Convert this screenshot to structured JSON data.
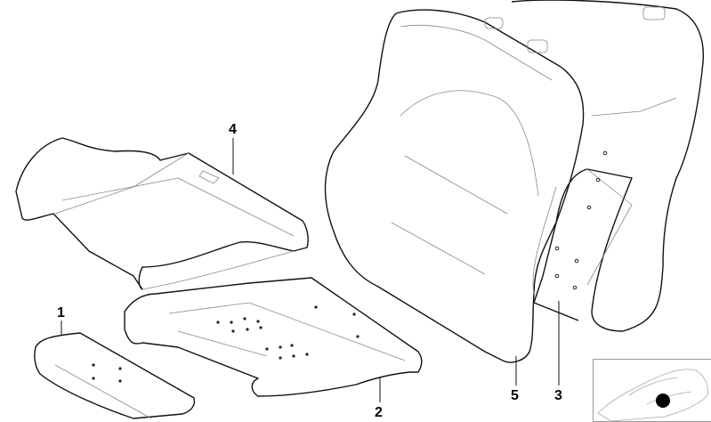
{
  "diagram": {
    "type": "exploded parts diagram",
    "subject": "seat cushion and backrest foam parts",
    "callouts": [
      {
        "id": "1",
        "label": "1",
        "part": "seat cushion front extension"
      },
      {
        "id": "2",
        "label": "2",
        "part": "seat cushion base foam"
      },
      {
        "id": "3",
        "label": "3",
        "part": "backrest side bolster foam"
      },
      {
        "id": "4",
        "label": "4",
        "part": "seat cushion cover"
      },
      {
        "id": "5",
        "label": "5",
        "part": "backrest foam pad"
      }
    ],
    "thumbnail": {
      "description": "car location overview",
      "marker_color": "#000000"
    }
  }
}
